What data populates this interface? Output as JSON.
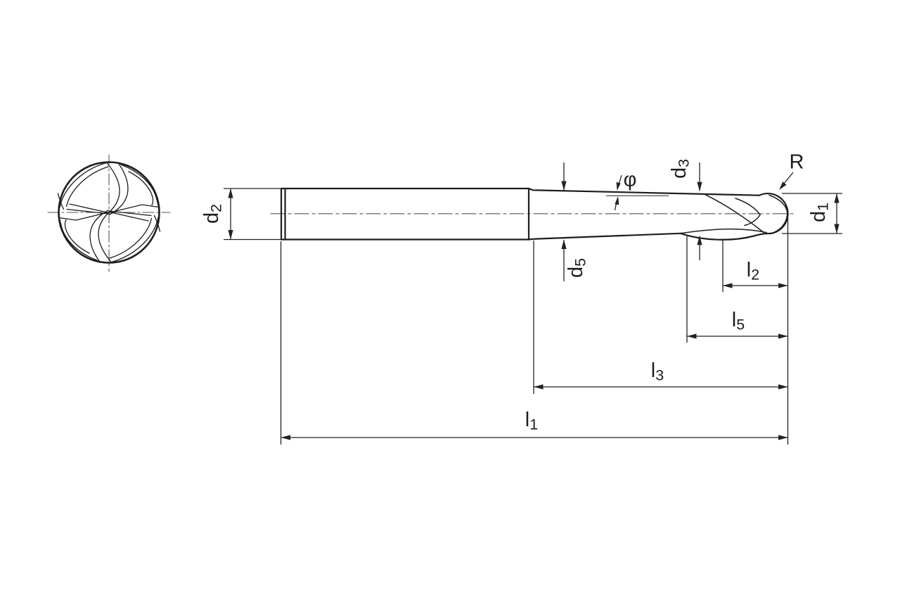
{
  "drawing": {
    "colors": {
      "line": "#1d1d1b",
      "centerline": "#555555",
      "background": "#ffffff"
    },
    "labels": {
      "d2": {
        "base": "d",
        "sub": "2"
      },
      "d5": {
        "base": "d",
        "sub": "5"
      },
      "d3": {
        "base": "d",
        "sub": "3"
      },
      "d1": {
        "base": "d",
        "sub": "1"
      },
      "phi": {
        "base": "φ"
      },
      "R": {
        "base": "R"
      },
      "l2": {
        "base": "l",
        "sub": "2"
      },
      "l5": {
        "base": "l",
        "sub": "5"
      },
      "l3": {
        "base": "l",
        "sub": "3"
      },
      "l1": {
        "base": "l",
        "sub": "1"
      }
    }
  }
}
